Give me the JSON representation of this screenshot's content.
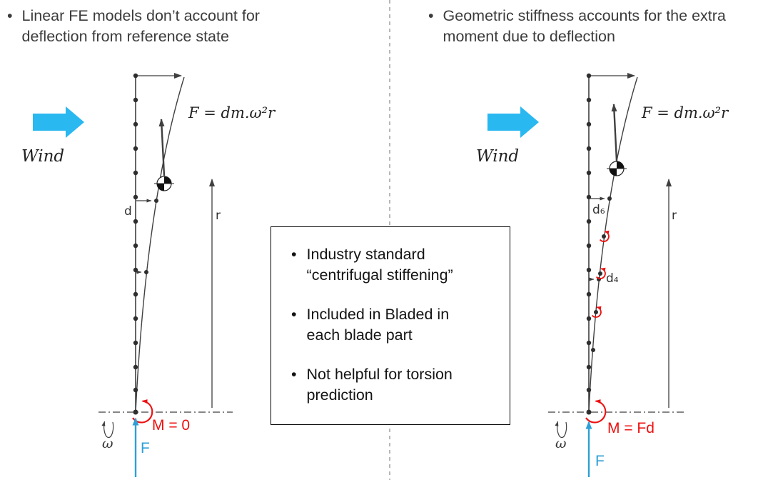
{
  "bullet_char": "•",
  "left": {
    "bullet": "Linear FE models don’t account for deflection from reference state",
    "wind": "Wind",
    "formula": "F = dm.ω²r",
    "d": "d",
    "r": "r",
    "moment": "M = 0",
    "force": "F",
    "omega": "ω"
  },
  "right": {
    "bullet": "Geometric stiffness accounts for the extra moment due to deflection",
    "wind": "Wind",
    "formula": "F = dm.ω²r",
    "d6": "d₆",
    "d4": "d₄",
    "r": "r",
    "moment": "M = Fd",
    "force": "F",
    "omega": "ω"
  },
  "center_box": {
    "bullets": [
      "Industry standard “centrifugal stiffening”",
      "Included in Bladed in each blade part",
      "Not helpful for torsion prediction"
    ]
  },
  "colors": {
    "wind_arrow": "#29b8f0",
    "force_arrow": "#2e9fd6",
    "moment_red": "#ee1111",
    "line": "#3f3f3f"
  }
}
